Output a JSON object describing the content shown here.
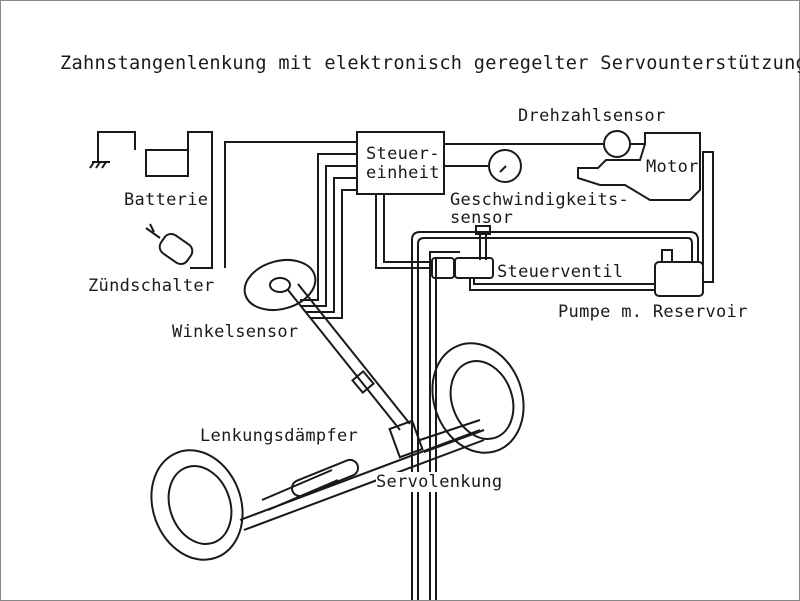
{
  "title": "Zahnstangenlenkung mit elektronisch geregelter Servounterstützung",
  "labels": {
    "drehzahlsensor": "Drehzahlsensor",
    "steuereinheit_1": "Steuer-",
    "steuereinheit_2": "einheit",
    "motor": "Motor",
    "batterie": "Batterie",
    "geschwindigkeit_1": "Geschwindigkeits-",
    "geschwindigkeit_2": "sensor",
    "steuerventil": "Steuerventil",
    "zuendschalter": "Zündschalter",
    "pumpe": "Pumpe m. Reservoir",
    "winkelsensor": "Winkelsensor",
    "lenkungsdaempfer": "Lenkungsdämpfer",
    "servolenkung": "Servolenkung"
  },
  "colors": {
    "ink": "#1a1a1a",
    "paper": "#ffffff"
  }
}
